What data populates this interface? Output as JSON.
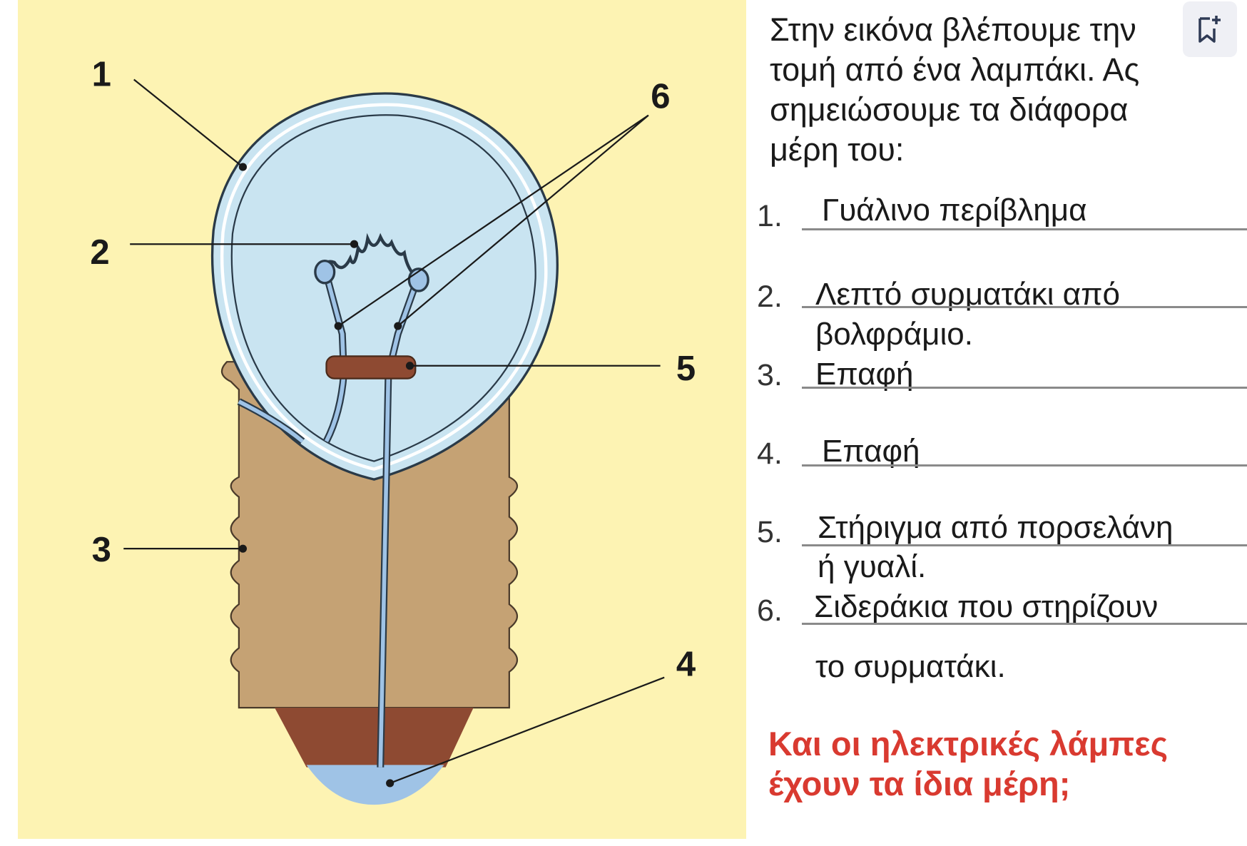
{
  "diagram": {
    "labels": [
      "1",
      "2",
      "3",
      "4",
      "5",
      "6"
    ],
    "colors": {
      "background": "#fdf3b3",
      "glass": "#c9e4f1",
      "base": "#c5a274",
      "contact": "#8e4a32",
      "cap": "#9fc3e6"
    }
  },
  "intro": "Στην εικόνα βλέπουμε την τομή από ένα λαμπάκι. Ας σημειώσουμε τα διάφορα μέρη του:",
  "items": [
    {
      "number": "1.",
      "answer": "Γυάλινο περίβλημα"
    },
    {
      "number": "2.",
      "answer": "Λεπτό συρματάκι από",
      "answer_cont": "βολφράμιο."
    },
    {
      "number": "3.",
      "answer": "Επαφή"
    },
    {
      "number": "4.",
      "answer": "Επαφή"
    },
    {
      "number": "5.",
      "answer": "Στήριγμα από πορσελάνη",
      "answer_cont": "ή γυαλί."
    },
    {
      "number": "6.",
      "answer": "Σιδεράκια που στηρίζουν",
      "answer_cont": "το συρματάκι."
    }
  ],
  "question": {
    "line1": "Και οι ηλεκτρικές λάμπες",
    "line2": "έχουν τα ίδια μέρη;"
  },
  "bookmark_icon": "bookmark-add-icon"
}
